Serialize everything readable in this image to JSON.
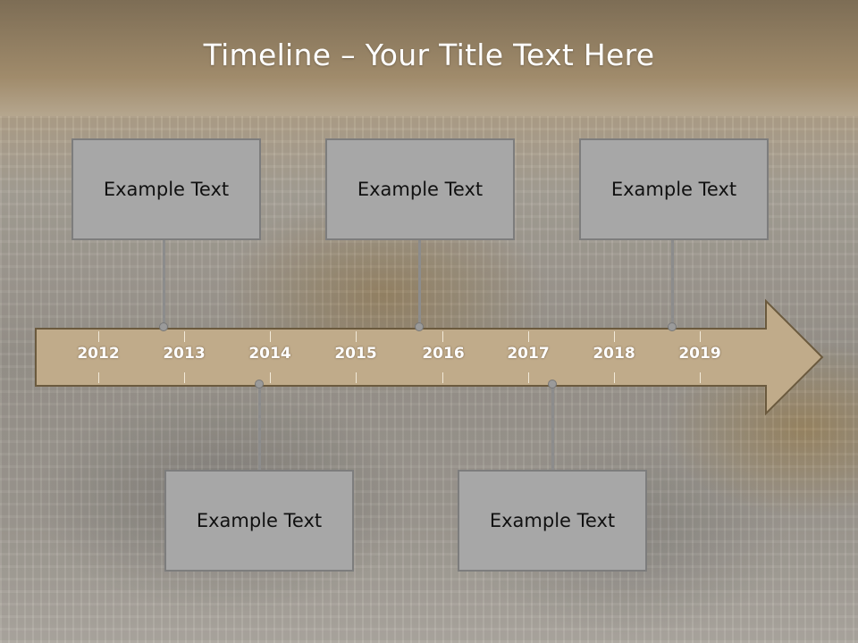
{
  "title": "Timeline – Your Title Text Here",
  "timeline": {
    "years": [
      "2012",
      "2013",
      "2014",
      "2015",
      "2016",
      "2017",
      "2018",
      "2019"
    ],
    "arrow_color": "#c0ab8a",
    "arrow_border": "#6b5a3e"
  },
  "events_top": [
    {
      "label": "Example Text"
    },
    {
      "label": "Example Text"
    },
    {
      "label": "Example Text"
    }
  ],
  "events_bottom": [
    {
      "label": "Example Text"
    },
    {
      "label": "Example Text"
    }
  ]
}
